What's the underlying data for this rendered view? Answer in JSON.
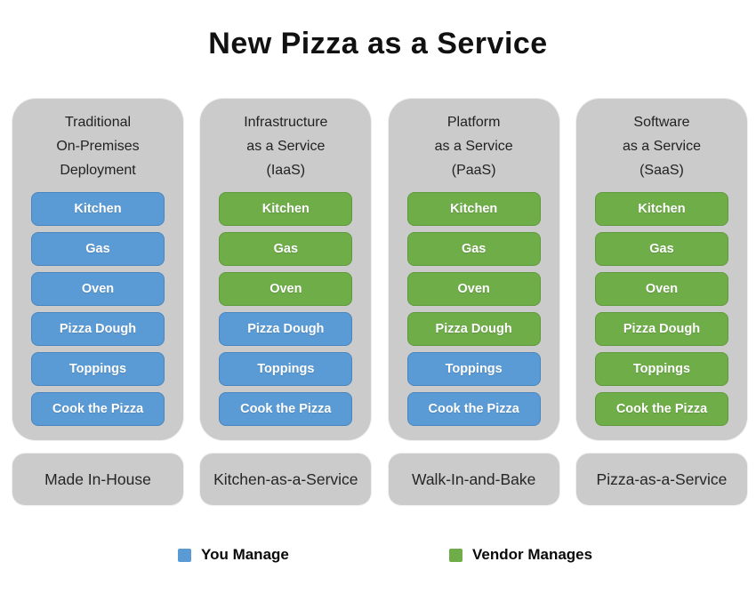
{
  "title": "New Pizza as a Service",
  "colors": {
    "you_manage_blue": "#5b9bd5",
    "vendor_manages_green": "#6fad49",
    "container_gray": "#cbcbcb"
  },
  "columns": [
    {
      "header_lines": [
        "Traditional",
        "On-Premises",
        "Deployment"
      ],
      "items": [
        {
          "label": "Kitchen",
          "managed_by": "you"
        },
        {
          "label": "Gas",
          "managed_by": "you"
        },
        {
          "label": "Oven",
          "managed_by": "you"
        },
        {
          "label": "Pizza Dough",
          "managed_by": "you"
        },
        {
          "label": "Toppings",
          "managed_by": "you"
        },
        {
          "label": "Cook the Pizza",
          "managed_by": "you"
        }
      ],
      "footer": "Made In-House"
    },
    {
      "header_lines": [
        "Infrastructure",
        "as a Service",
        "(IaaS)"
      ],
      "items": [
        {
          "label": "Kitchen",
          "managed_by": "vendor"
        },
        {
          "label": "Gas",
          "managed_by": "vendor"
        },
        {
          "label": "Oven",
          "managed_by": "vendor"
        },
        {
          "label": "Pizza Dough",
          "managed_by": "you"
        },
        {
          "label": "Toppings",
          "managed_by": "you"
        },
        {
          "label": "Cook the Pizza",
          "managed_by": "you"
        }
      ],
      "footer": "Kitchen-as-a-Service"
    },
    {
      "header_lines": [
        "Platform",
        "as a Service",
        "(PaaS)"
      ],
      "items": [
        {
          "label": "Kitchen",
          "managed_by": "vendor"
        },
        {
          "label": "Gas",
          "managed_by": "vendor"
        },
        {
          "label": "Oven",
          "managed_by": "vendor"
        },
        {
          "label": "Pizza Dough",
          "managed_by": "vendor"
        },
        {
          "label": "Toppings",
          "managed_by": "you"
        },
        {
          "label": "Cook the Pizza",
          "managed_by": "you"
        }
      ],
      "footer": "Walk-In-and-Bake"
    },
    {
      "header_lines": [
        "Software",
        "as a Service",
        "(SaaS)"
      ],
      "items": [
        {
          "label": "Kitchen",
          "managed_by": "vendor"
        },
        {
          "label": "Gas",
          "managed_by": "vendor"
        },
        {
          "label": "Oven",
          "managed_by": "vendor"
        },
        {
          "label": "Pizza Dough",
          "managed_by": "vendor"
        },
        {
          "label": "Toppings",
          "managed_by": "vendor"
        },
        {
          "label": "Cook the Pizza",
          "managed_by": "vendor"
        }
      ],
      "footer": "Pizza-as-a-Service"
    }
  ],
  "legend": [
    {
      "label": "You Manage",
      "color": "#5b9bd5"
    },
    {
      "label": "Vendor Manages",
      "color": "#6fad49"
    }
  ]
}
